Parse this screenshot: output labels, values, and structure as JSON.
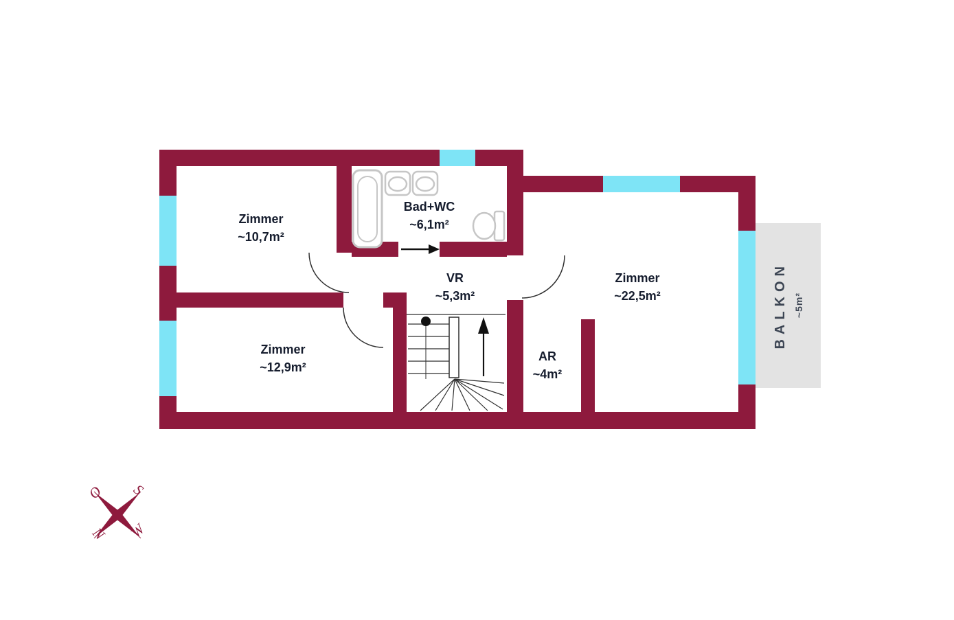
{
  "colors": {
    "wall": "#8E1A3D",
    "window": "#7EE4F6",
    "balcony_bg": "#E3E3E3",
    "text": "#161D2E",
    "fixture_outline": "#C6C6C6",
    "stair_line": "#2F2F2F"
  },
  "rooms": [
    {
      "label": "Zimmer",
      "area": "~10,7m²"
    },
    {
      "label": "Bad+WC",
      "area": "~6,1m²"
    },
    {
      "label": "Zimmer",
      "area": "~22,5m²"
    },
    {
      "label": "VR",
      "area": "~5,3m²"
    },
    {
      "label": "Zimmer",
      "area": "~12,9m²"
    },
    {
      "label": "AR",
      "area": "~4m²"
    }
  ],
  "balcony": {
    "label": "BALKON",
    "area": "~5m²"
  },
  "compass": {
    "north": "N",
    "east": "O",
    "south": "S",
    "west": "W"
  }
}
